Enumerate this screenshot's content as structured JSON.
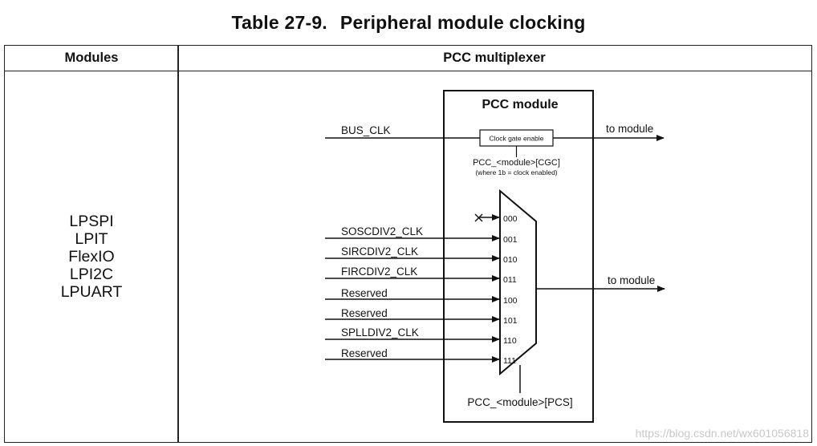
{
  "title": {
    "number": "Table 27-9.",
    "text": "Peripheral module clocking"
  },
  "table": {
    "col_modules": "Modules",
    "col_pcc": "PCC multiplexer",
    "modules": [
      "LPSPI",
      "LPIT",
      "FlexIO",
      "LPI2C",
      "LPUART"
    ]
  },
  "diagram": {
    "module_label": "PCC module",
    "bus_clk": "BUS_CLK",
    "clock_gate": "Clock gate enable",
    "to_module_top": "to module",
    "cgc_field": "PCC_<module>[CGC]",
    "cgc_note": "(where 1b = clock enabled)",
    "mux_inputs": [
      {
        "signal": "",
        "code": "000"
      },
      {
        "signal": "SOSCDIV2_CLK",
        "code": "001"
      },
      {
        "signal": "SIRCDIV2_CLK",
        "code": "010"
      },
      {
        "signal": "FIRCDIV2_CLK",
        "code": "011"
      },
      {
        "signal": "Reserved",
        "code": "100"
      },
      {
        "signal": "Reserved",
        "code": "101"
      },
      {
        "signal": "SPLLDIV2_CLK",
        "code": "110"
      },
      {
        "signal": "Reserved",
        "code": "111"
      }
    ],
    "to_module_mux": "to module",
    "pcs_field": "PCC_<module>[PCS]"
  },
  "watermark": "https://blog.csdn.net/wx601056818"
}
